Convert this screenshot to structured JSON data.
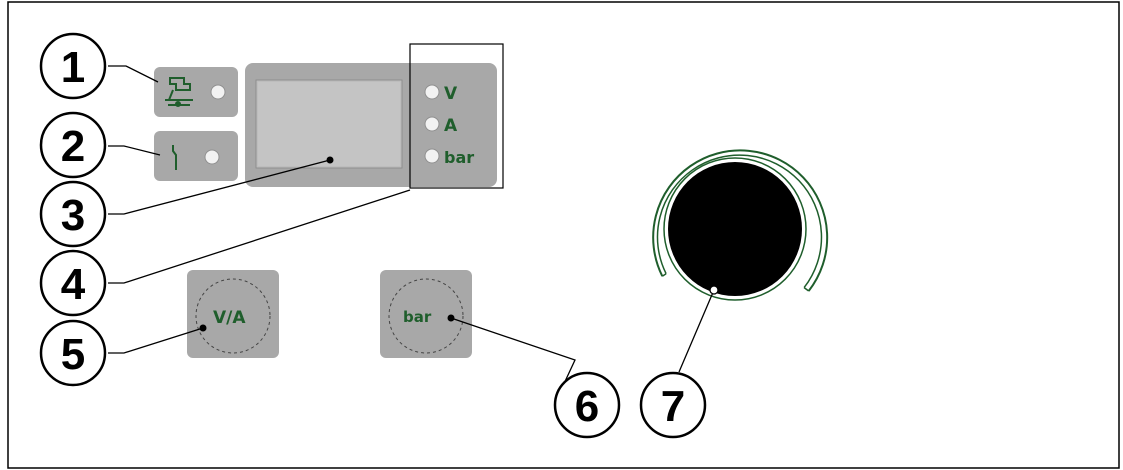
{
  "callouts": {
    "c1": "1",
    "c2": "2",
    "c3": "3",
    "c4": "4",
    "c5": "5",
    "c6": "6",
    "c7": "7"
  },
  "indicators": {
    "volt": "V",
    "amp": "A",
    "bar": "bar"
  },
  "buttons": {
    "va_label": "V/A",
    "bar_label": "bar"
  },
  "icons": {
    "wire_feed": "wire-feeder-icon",
    "torch_trigger": "torch-trigger-icon"
  },
  "colors": {
    "panel_gray": "#a8a8a8",
    "label_green": "#1f5e2c",
    "knob_arc_green": "#1f5e2c",
    "knob_black": "#000000",
    "led_white": "#f2f2f2"
  }
}
